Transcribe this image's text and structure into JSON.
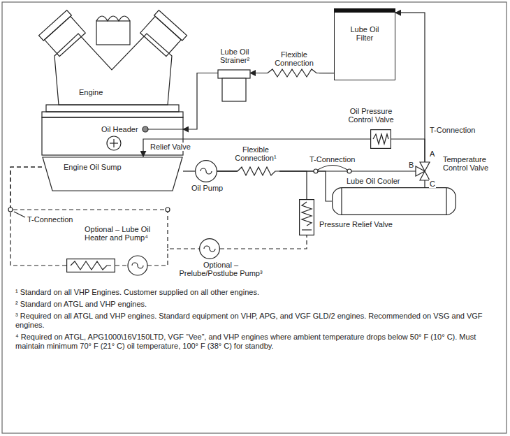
{
  "diagram": {
    "nodes": [
      {
        "text": [
          "Engine"
        ]
      },
      {
        "text": [
          "Engine Oil Sump"
        ]
      },
      {
        "text": [
          "Lube Oil Filter"
        ]
      },
      {
        "text": [
          "Lube Oil Strainer²"
        ]
      },
      {
        "text": [
          "Oil Pump"
        ]
      },
      {
        "text": [
          "Lube Oil Cooler"
        ]
      },
      {
        "text": [
          "Temperature Control Valve"
        ]
      },
      {
        "text": [
          "Pressure Relief Valve"
        ]
      },
      {
        "text": [
          "Optional – Prelube/Postlube Pump³"
        ]
      },
      {
        "text": [
          "Optional – Lube Oil Heater and Pump⁴"
        ]
      },
      {
        "text": [
          "Oil Pressure Control Valve"
        ]
      }
    ],
    "edges": [
      {
        "from": 1,
        "to": 4,
        "arrow": "none"
      },
      {
        "from": 4,
        "to": 5,
        "arrow": "none"
      },
      {
        "from": 4,
        "to": 6,
        "arrow": "none"
      },
      {
        "from": 4,
        "to": 7,
        "arrow": "none"
      },
      {
        "from": 5,
        "to": 6,
        "arrow": "none"
      },
      {
        "from": 6,
        "to": 2,
        "arrow": "to"
      },
      {
        "from": 6,
        "to": 10,
        "arrow": "none"
      },
      {
        "from": 10,
        "to": 1,
        "arrow": "to"
      },
      {
        "from": 2,
        "to": 3,
        "arrow": "to"
      },
      {
        "from": 3,
        "to": 0,
        "arrow": "to"
      },
      {
        "from": 1,
        "to": 8,
        "arrow": "none"
      },
      {
        "from": 8,
        "to": 7,
        "arrow": "none"
      },
      {
        "from": 1,
        "to": 9,
        "arrow": "none"
      }
    ],
    "labels": [
      "Oil Header",
      "Relief Valve",
      "Flexible Connection",
      "Flexible Connection¹",
      "T-Connection",
      "T-Connection",
      "T-Connection",
      "A",
      "B",
      "C",
      "¹ Standard on all VHP Engines. Customer supplied on all other engines.",
      "² Standard on ATGL and VHP engines.",
      "³ Required on all ATGL and VHP engines. Standard equipment on VHP, APG, and VGF GLD/2 engines. Recommended on VSG and VGF engines.",
      "⁴ Required on ATGL, APG1000\\16V150LTD, VGF “Vee”, and VHP engines where ambient temperature drops below 50° F (10° C). Must maintain minimum 70° F (21° C) oil temperature, 100° F (38° C) for standby."
    ]
  }
}
